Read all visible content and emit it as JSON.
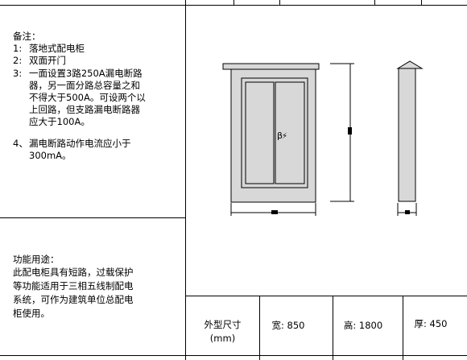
{
  "notes": {
    "title": "备注：",
    "items": [
      {
        "num": "1:",
        "lines": [
          "落地式配电柜"
        ]
      },
      {
        "num": "2:",
        "lines": [
          "双面开门"
        ]
      },
      {
        "num": "3:",
        "lines": [
          "一面设置3路250A漏电断路",
          "器，另一面分路总容量之和",
          "不得大于500A。可设两个以",
          "上回路，但支路漏电断路器",
          "应大于100A。"
        ]
      },
      {
        "num": "4、",
        "lines": [
          "漏电断路动作电流应小于",
          "300mA。"
        ]
      }
    ]
  },
  "function": {
    "title": "功能用途：",
    "lines": [
      "此配电柜具有短路，过载保护",
      "等功能适用于三相五线制配电",
      "系统，可作为建筑单位总配电",
      "柜使用。"
    ]
  },
  "drawing": {
    "door_symbol": "β",
    "lightning_glyph": "⚡"
  },
  "specs": {
    "dims_label": "外型尺寸",
    "dims_unit": "(mm)",
    "width": "宽: 850",
    "height": "高: 1800",
    "depth": "厚: 450"
  }
}
